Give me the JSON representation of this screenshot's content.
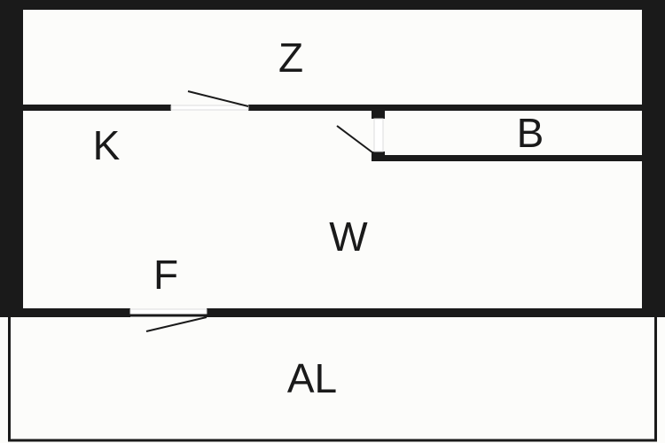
{
  "floorplan": {
    "rooms": [
      {
        "id": "z",
        "label": "Z"
      },
      {
        "id": "k",
        "label": "K"
      },
      {
        "id": "b",
        "label": "B"
      },
      {
        "id": "w",
        "label": "W"
      },
      {
        "id": "f",
        "label": "F"
      },
      {
        "id": "al",
        "label": "AL"
      }
    ],
    "colors": {
      "wall": "#1a1a1a",
      "floor": "#fcfcfa"
    }
  }
}
